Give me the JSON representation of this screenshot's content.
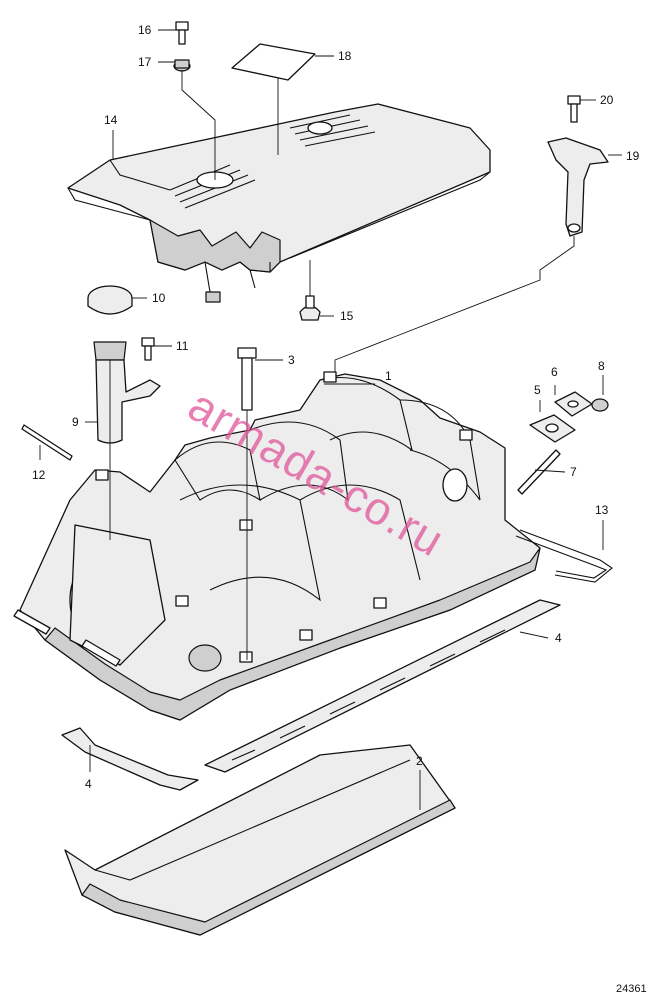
{
  "callouts": {
    "c1": "1",
    "c2": "2",
    "c3": "3",
    "c4a": "4",
    "c4b": "4",
    "c5": "5",
    "c6": "6",
    "c7": "7",
    "c8": "8",
    "c9": "9",
    "c10": "10",
    "c11": "11",
    "c12": "12",
    "c13": "13",
    "c14": "14",
    "c15": "15",
    "c16": "16",
    "c17": "17",
    "c18": "18",
    "c19": "19",
    "c20": "20"
  },
  "watermark": "armada-co.ru",
  "reference_number": "24361",
  "colors": {
    "line": "#111111",
    "fill": "#ededed",
    "watermark": "#e0559a"
  }
}
